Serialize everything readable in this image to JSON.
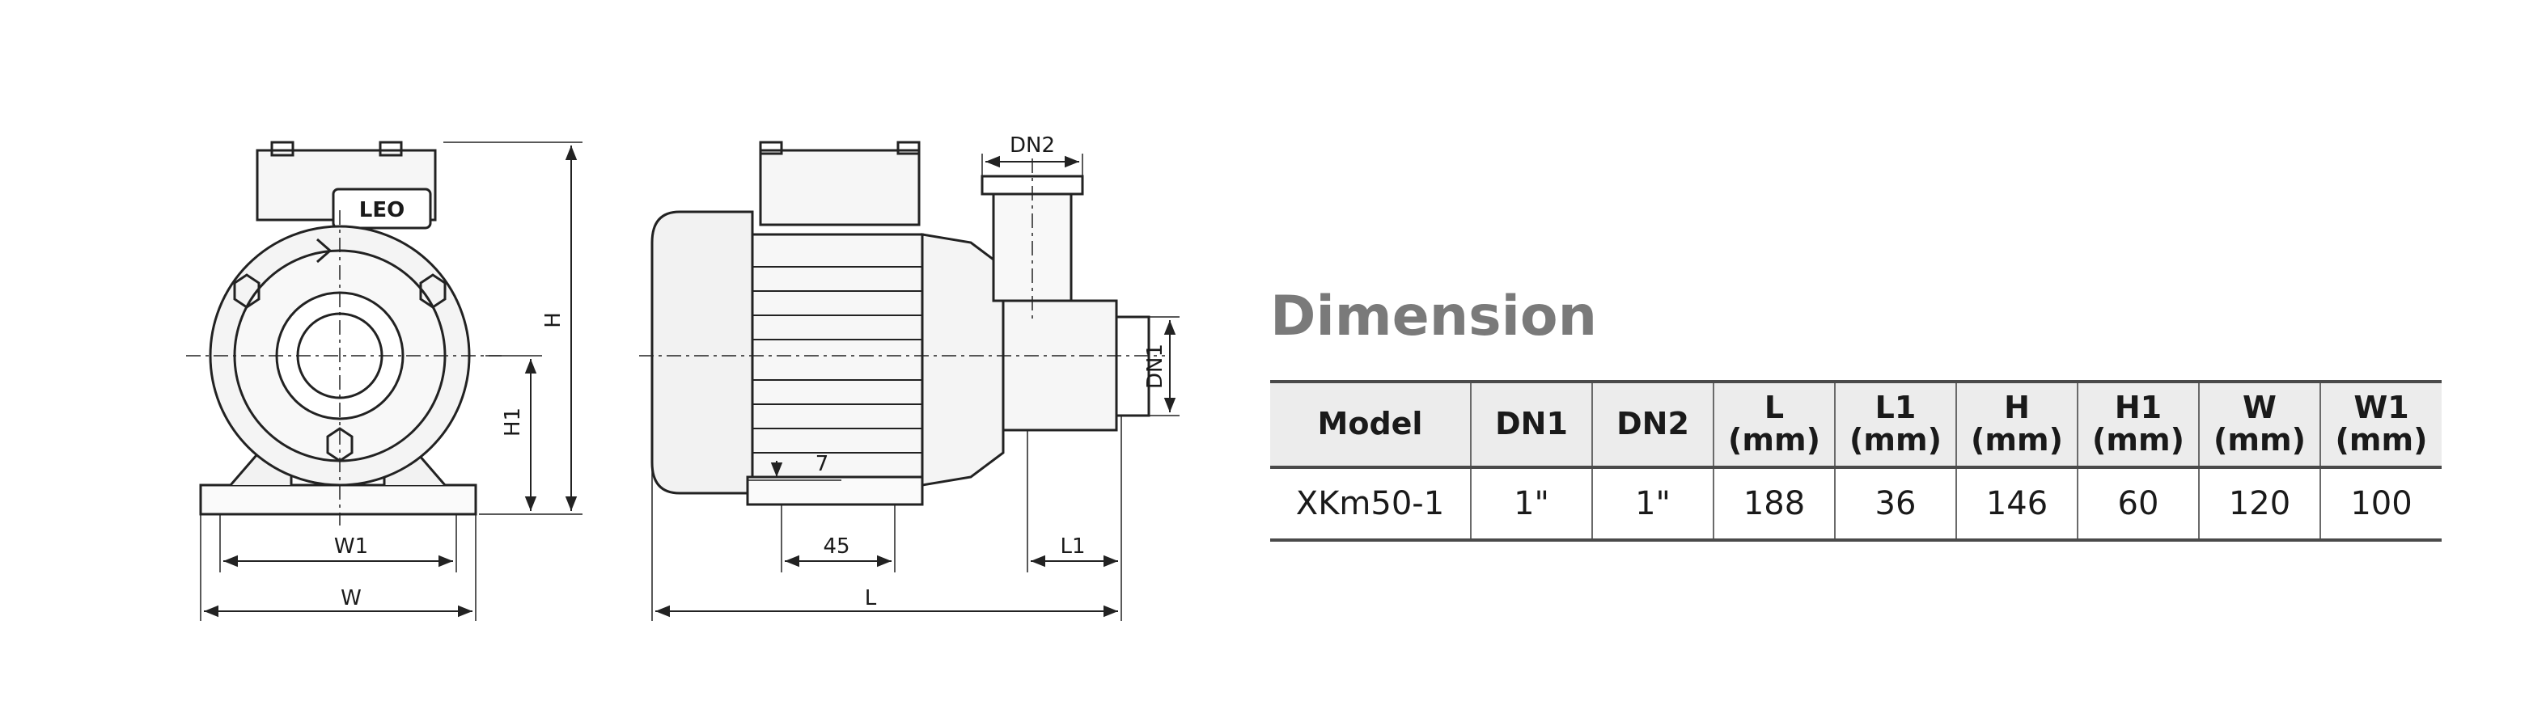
{
  "drawing": {
    "brand_label": "LEO",
    "front_view": {
      "height_label": "H",
      "shaft_height_label": "H1",
      "foot_spacing_label": "W1",
      "width_label": "W"
    },
    "side_view": {
      "outlet_label": "DN2",
      "inlet_label": "DN1",
      "base_thickness_label": "7",
      "foot_offset_label": "45",
      "inlet_length_label": "L1",
      "length_label": "L"
    }
  },
  "dimension_table": {
    "title": "Dimension",
    "headers": [
      {
        "line1": "Model",
        "line2": ""
      },
      {
        "line1": "DN1",
        "line2": ""
      },
      {
        "line1": "DN2",
        "line2": ""
      },
      {
        "line1": "L",
        "line2": "(mm)"
      },
      {
        "line1": "L1",
        "line2": "(mm)"
      },
      {
        "line1": "H",
        "line2": "(mm)"
      },
      {
        "line1": "H1",
        "line2": "(mm)"
      },
      {
        "line1": "W",
        "line2": "(mm)"
      },
      {
        "line1": "W1",
        "line2": "(mm)"
      }
    ],
    "rows": [
      [
        "XKm50-1",
        "1\"",
        "1\"",
        "188",
        "36",
        "146",
        "60",
        "120",
        "100"
      ]
    ]
  }
}
